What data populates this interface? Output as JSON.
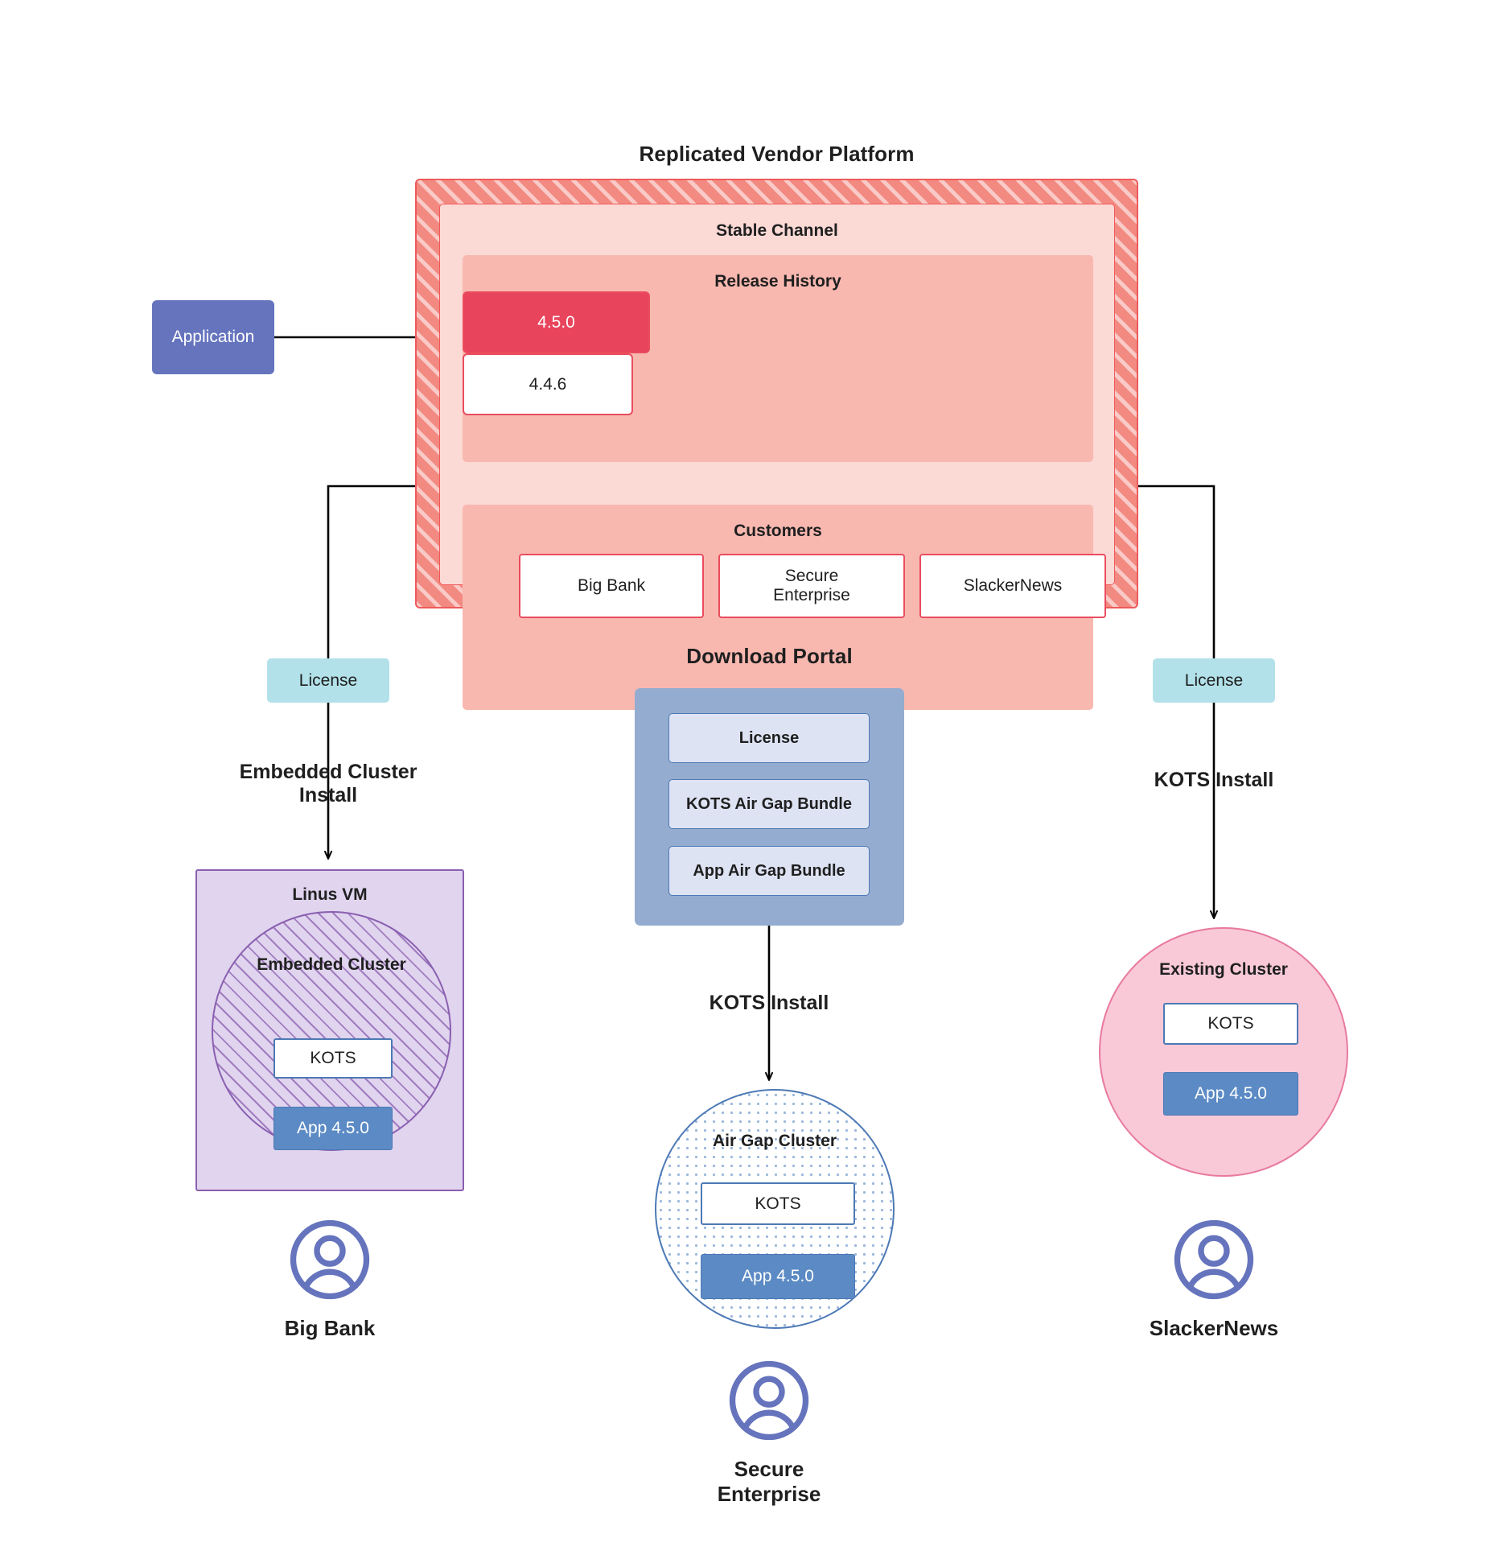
{
  "diagram": {
    "title": "Replicated Vendor Platform",
    "vendor_platform": {
      "channel": {
        "name": "Stable Channel"
      },
      "release_history": {
        "heading": "Release History",
        "releases": [
          {
            "version": "4.5.0",
            "state": "current"
          },
          {
            "version": "4.4.6",
            "state": "previous"
          }
        ]
      },
      "customers": {
        "heading": "Customers",
        "items": [
          {
            "name": "Big Bank"
          },
          {
            "name": "Secure\nEnterprise"
          },
          {
            "name": "SlackerNews"
          }
        ]
      }
    },
    "application": {
      "label": "Application"
    },
    "left_flow": {
      "license_label": "License",
      "install_label": "Embedded Cluster\nInstall",
      "vm_label": "Linus VM",
      "cluster_label": "Embedded Cluster",
      "kots_label": "KOTS",
      "app_label": "App 4.5.0",
      "customer_label": "Big Bank"
    },
    "center_flow": {
      "portal_title": "Download  Portal",
      "portal_items": [
        {
          "label": "License"
        },
        {
          "label": "KOTS Air Gap Bundle"
        },
        {
          "label": "App Air Gap Bundle"
        }
      ],
      "install_label": "KOTS Install",
      "cluster_label": "Air Gap Cluster",
      "kots_label": "KOTS",
      "app_label": "App 4.5.0",
      "customer_label": "Secure\nEnterprise"
    },
    "right_flow": {
      "license_label": "License",
      "install_label": "KOTS Install",
      "cluster_label": "Existing Cluster",
      "kots_label": "KOTS",
      "app_label": "App 4.5.0",
      "customer_label": "SlackerNews"
    },
    "icons": {
      "user_avatar": "user-avatar-icon"
    },
    "colors": {
      "vendor_hatch": "#f28a82",
      "vendor_border": "#ee5a5a",
      "channel_bg": "#fbd9d5",
      "group_bg": "#f8b8b0",
      "release_current": "#e8445c",
      "application": "#6574bd",
      "license_chip": "#b2e1e9",
      "portal_bg": "#94accf",
      "portal_item": "#dde3f3",
      "app_blue": "#5b8ac4",
      "kots_border": "#4d79b5",
      "vm_purple": "#e0d4ee",
      "vm_border": "#8a5fb0",
      "existing_cluster": "#f9c9d8",
      "existing_border": "#e8799f",
      "avatar": "#6574bd",
      "connector": "#000000"
    }
  }
}
